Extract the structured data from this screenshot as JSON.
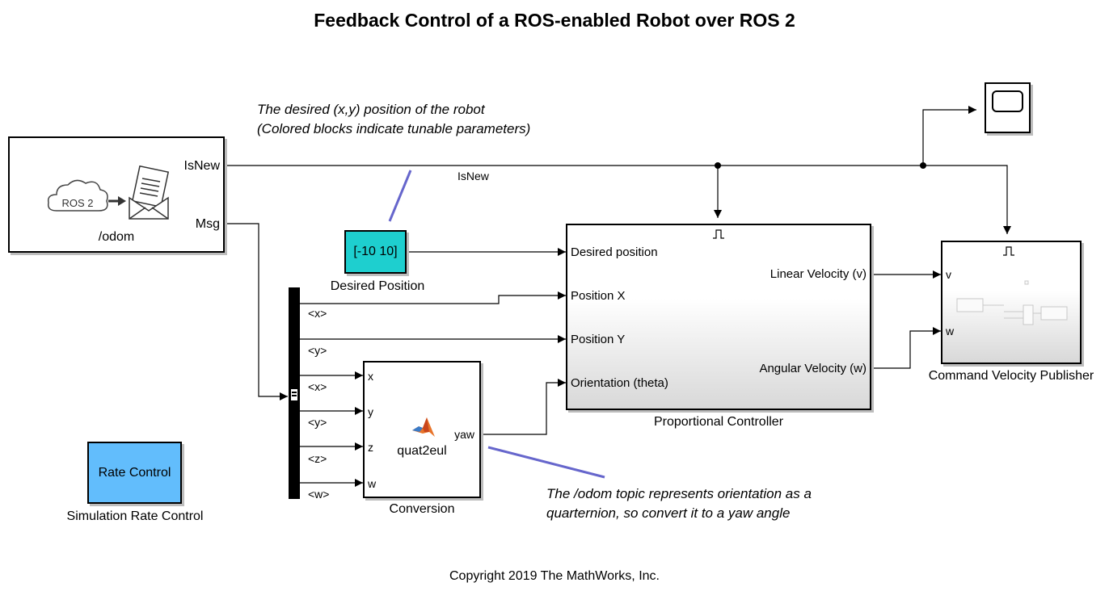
{
  "title": "Feedback Control of a ROS-enabled Robot over ROS 2",
  "annotations": {
    "desired_position_note_line1": "The desired (x,y) position of the robot",
    "desired_position_note_line2": "(Colored blocks indicate tunable parameters)",
    "odom_note_line1": "The /odom topic represents orientation as a",
    "odom_note_line2": "quarternion, so convert it to a yaw angle"
  },
  "blocks": {
    "subscriber": {
      "name": "/odom",
      "cloud_text": "ROS 2",
      "ports": {
        "isnew": "IsNew",
        "msg": "Msg"
      }
    },
    "desired_position": {
      "name": "Desired Position",
      "value": "[-10 10]",
      "color": "#1ecfcf"
    },
    "bus_selector": {
      "signals": [
        "<x>",
        "<y>",
        "<x>",
        "<y>",
        "<z>",
        "<w>"
      ]
    },
    "conversion": {
      "name": "Conversion",
      "function": "quat2eul",
      "inputs": [
        "x",
        "y",
        "z",
        "w"
      ],
      "output": "yaw"
    },
    "controller": {
      "name": "Proportional Controller",
      "inputs": [
        "Desired position",
        "Position X",
        "Position Y",
        "Orientation (theta)"
      ],
      "outputs": [
        "Linear Velocity (v)",
        "Angular Velocity (w)"
      ]
    },
    "publisher": {
      "name": "Command Velocity Publisher",
      "inputs": [
        "v",
        "w"
      ]
    },
    "rate_control": {
      "name": "Simulation Rate Control",
      "label": "Rate Control",
      "color": "#62bdfc"
    },
    "scope": {
      "name": ""
    }
  },
  "signal_labels": {
    "isnew": "IsNew"
  },
  "accent_line_color": "#6666cc",
  "copyright": "Copyright 2019 The MathWorks, Inc."
}
